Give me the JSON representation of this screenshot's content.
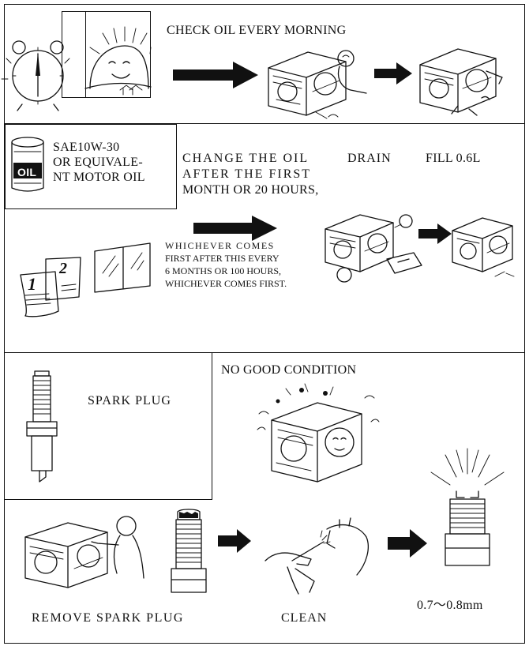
{
  "daily_check": {
    "text": "CHECK OIL EVERY MORNING"
  },
  "oil_spec": {
    "line1": "SAE10W-30",
    "line2": "OR EQUIVALE-",
    "line3": "NT MOTOR OIL",
    "can_label": "OIL"
  },
  "oil_change": {
    "line1": "CHANGE  THE  OIL",
    "drain": "DRAIN",
    "fill": "FILL 0.6L",
    "line2": "AFTER  THE  FIRST",
    "line3": "MONTH OR 20 HOURS,",
    "note_line1": "WHICHEVER   COMES",
    "note_line2": "FIRST AFTER THIS EVERY",
    "note_line3": "6 MONTHS OR 100 HOURS,",
    "note_line4": "WHICHEVER COMES FIRST.",
    "calendar_front_digit": "1",
    "calendar_back_digit": "2"
  },
  "spark_plug": {
    "label": "SPARK PLUG",
    "no_good": "NO GOOD CONDITION",
    "remove": "REMOVE  SPARK  PLUG",
    "clean": "CLEAN",
    "gap": "0.7～0.8mm"
  }
}
